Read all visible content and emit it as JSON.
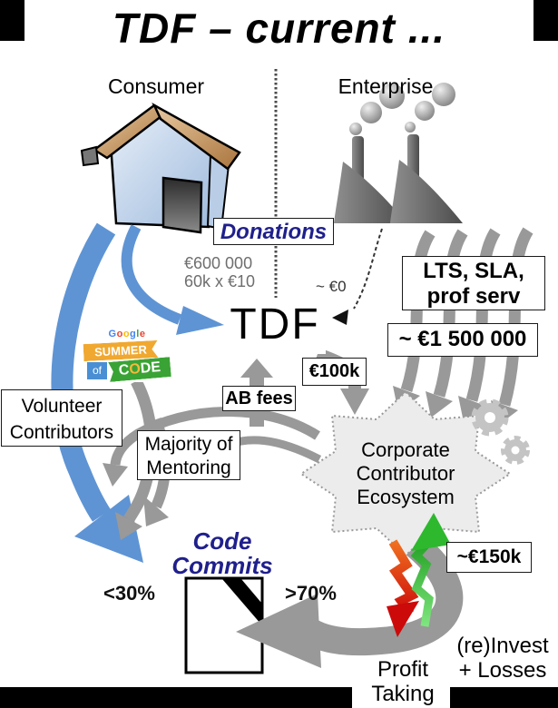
{
  "title": "TDF – current ...",
  "columns": {
    "consumer": "Consumer",
    "enterprise": "Enterprise"
  },
  "donations": {
    "label": "Donations",
    "total": "€600 000",
    "breakdown": "60k x €10"
  },
  "enterprise_flow": {
    "to_tdf": "~ €0",
    "services_line1": "LTS, SLA,",
    "services_line2": "prof serv",
    "revenue": "~ €1 500 000"
  },
  "tdf": {
    "name": "TDF",
    "to_ecosystem": "€100k",
    "from_ecosystem": "AB fees"
  },
  "gsoc": {
    "google_letters": [
      "G",
      "o",
      "o",
      "g",
      "l",
      "e"
    ],
    "summer": "SUMMER",
    "of": "of",
    "code_letters": [
      "C",
      "O",
      "D",
      "E"
    ]
  },
  "volunteers": {
    "line1": "Volunteer",
    "line2": "Contributors"
  },
  "mentoring": {
    "line1": "Majority of",
    "line2": "Mentoring"
  },
  "ecosystem": {
    "line1": "Corporate",
    "line2": "Contributor",
    "line3": "Ecosystem"
  },
  "code_commits": {
    "line1": "Code",
    "line2": "Commits",
    "volunteer_share": "<30%",
    "enterprise_share": ">70%"
  },
  "outcomes": {
    "reinvest_amount": "~€150k",
    "reinvest_line1": "(re)Invest",
    "reinvest_line2": "+ Losses",
    "profit_line1": "Profit",
    "profit_line2": "Taking"
  },
  "colors": {
    "navy_text": "#1f1f8c",
    "blue_arrow": "#5e94d4",
    "gray_arrow": "#999999",
    "ecosystem_fill": "#ececec",
    "red_arrow": "#d92b10",
    "green_arrow": "#2eb82e",
    "gsoc_yellow": "#f0a830",
    "gsoc_green": "#3aa335",
    "gsoc_blue": "#4a8fd4"
  }
}
